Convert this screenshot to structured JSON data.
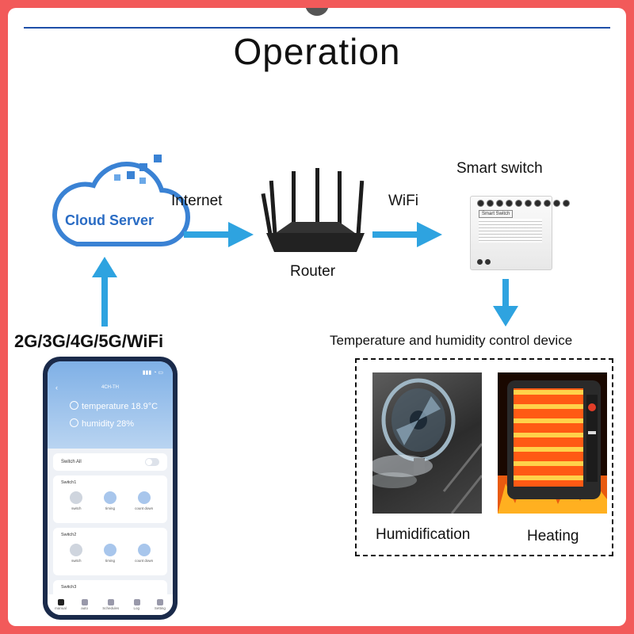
{
  "title": "Operation",
  "cloud": {
    "label": "Cloud Server",
    "icon": "cloud-server-icon"
  },
  "connections": {
    "internet_label": "Internet",
    "wifi_label": "WiFi",
    "mobile_label": "2G/3G/4G/5G/WiFi"
  },
  "router": {
    "label": "Router",
    "icon": "router-icon"
  },
  "smart_switch": {
    "label": "Smart switch",
    "device_text": "Smart Switch"
  },
  "devices": {
    "group_label": "Temperature and humidity control device",
    "items": [
      {
        "label": "Humidification",
        "icon": "fan-humidifier-icon"
      },
      {
        "label": "Heating",
        "icon": "heater-icon"
      }
    ]
  },
  "phone_app": {
    "title": "4CH-TH",
    "temperature": "temperature 18.9°C",
    "humidity": "humidity 28%",
    "switch_all": "Switch All",
    "switches": [
      {
        "name": "Switch1",
        "buttons": [
          "switch",
          "timing",
          "count down"
        ]
      },
      {
        "name": "Switch2",
        "buttons": [
          "switch",
          "timing",
          "count down"
        ]
      },
      {
        "name": "Switch3"
      }
    ],
    "tabs": [
      "manual",
      "auto",
      "Schedules",
      "Log",
      "Setting"
    ]
  },
  "colors": {
    "border": "#f25a5a",
    "arrow": "#2ea3e0",
    "cloud": "#3a82d4",
    "accent_line": "#1e4fa8"
  }
}
